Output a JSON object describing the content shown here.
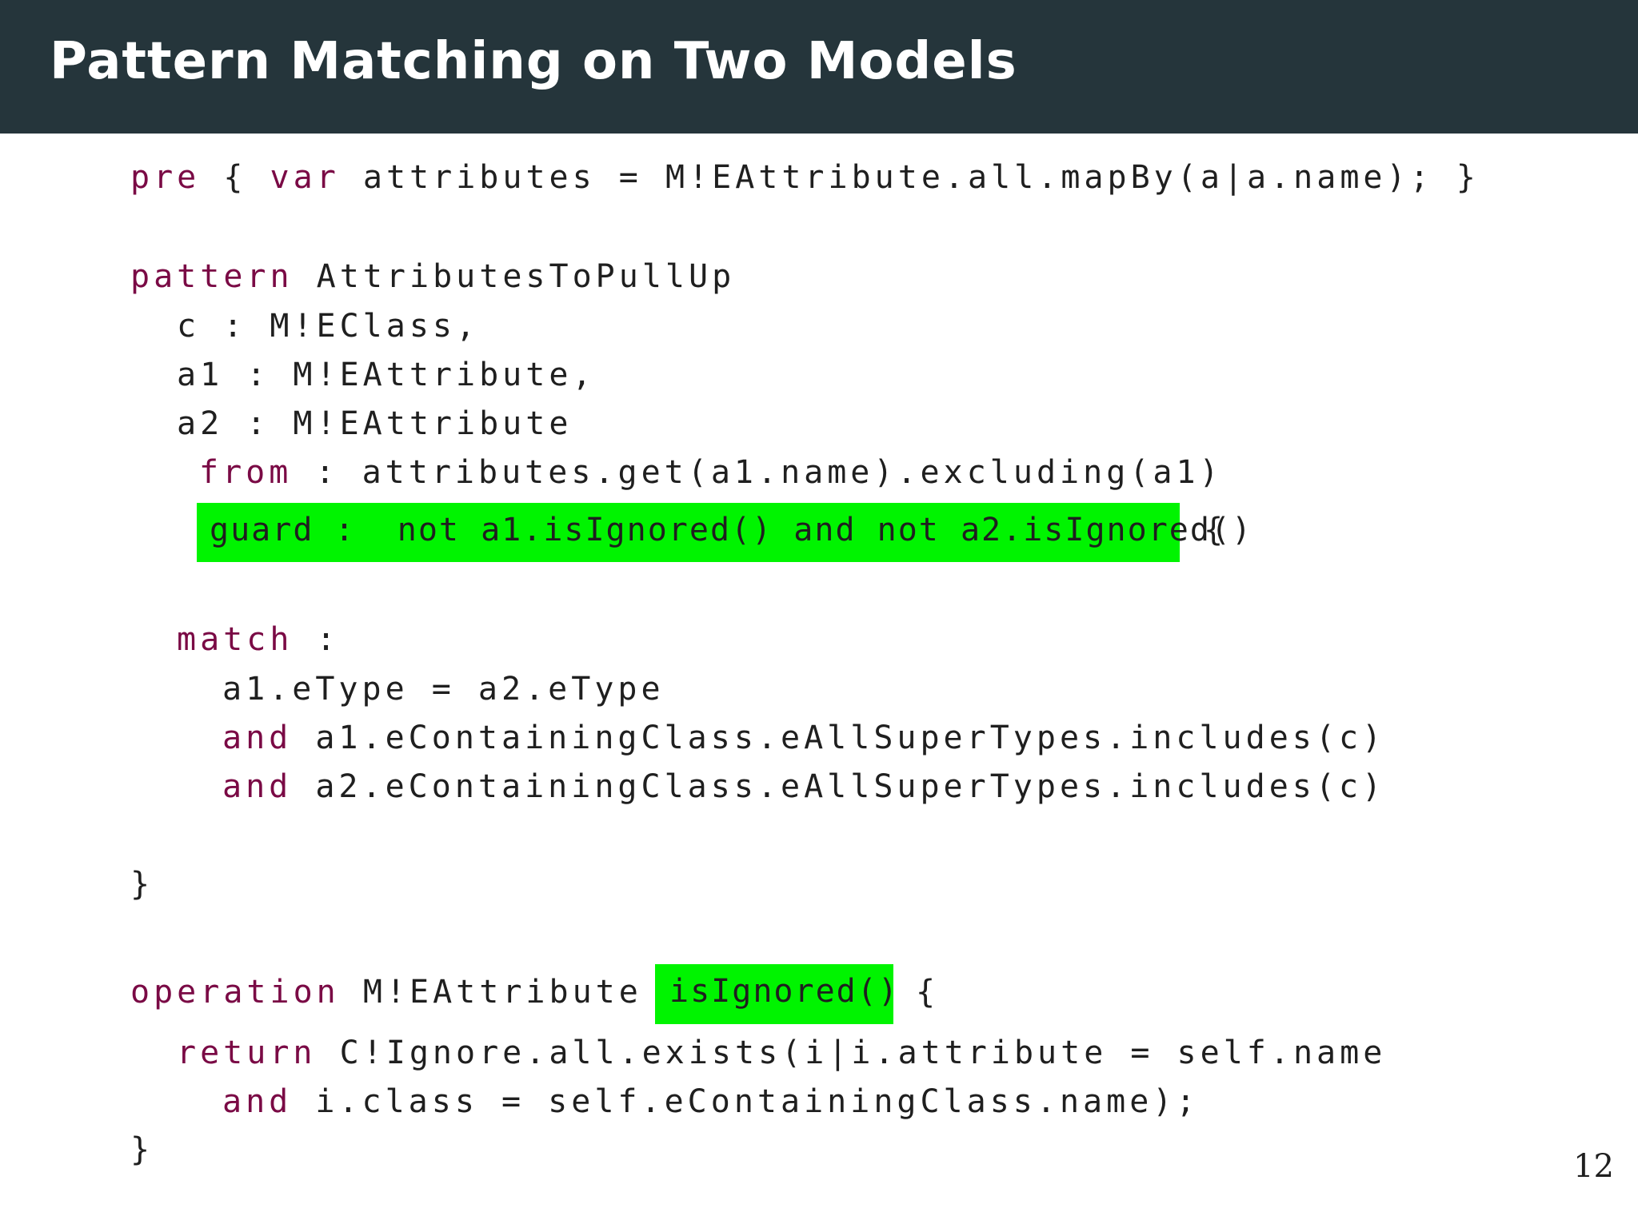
{
  "slide": {
    "title": "Pattern Matching on Two Models",
    "page_number": "12"
  },
  "code": {
    "pre_kw": "pre",
    "pre_brace": "{",
    "pre_var_kw": "var",
    "pre_rest": "attributes = M!EAttribute.all.mapBy(a|a.name); }",
    "pattern_kw": "pattern",
    "pattern_name": "AttributesToPullUp",
    "param_c": "c : M!EClass,",
    "param_a1": "a1 : M!EAttribute,",
    "param_a2": "a2 : M!EAttribute",
    "from_kw": "from",
    "from_rest": ": attributes.get(a1.name).excluding(a1)",
    "guard_text": "guard :  not a1.isIgnored() and not a2.isIgnored()",
    "guard_brace": "{",
    "match_kw": "match",
    "match_colon": ":",
    "match_line1": "a1.eType = a2.eType",
    "and_kw": "and",
    "match_line2_rest": "a1.eContainingClass.eAllSuperTypes.includes(c)",
    "match_line3_rest": "a2.eContainingClass.eAllSuperTypes.includes(c)",
    "close_brace": "}",
    "operation_kw": "operation",
    "operation_type": "M!EAttribute",
    "operation_name": "isIgnored()",
    "operation_brace": "{",
    "return_kw": "return",
    "return_rest": "C!Ignore.all.exists(i|i.attribute = self.name",
    "return_line2_rest": "i.class = self.eContainingClass.name);"
  },
  "colors": {
    "header_bg": "#25353b",
    "keyword": "#7a0a45",
    "highlight": "#00f400"
  }
}
